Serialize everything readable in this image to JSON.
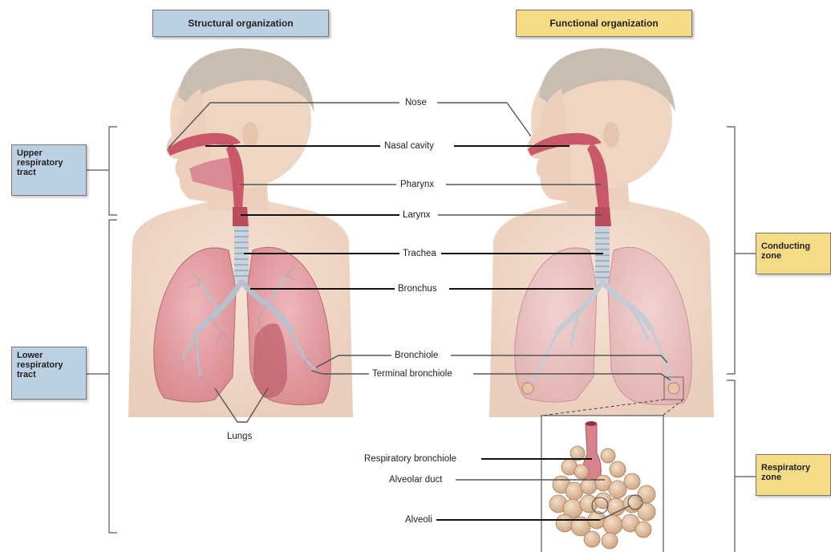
{
  "headers": {
    "structural": "Structural organization",
    "functional": "Functional organization"
  },
  "sides": {
    "upper": [
      "Upper",
      "respiratory",
      "tract"
    ],
    "lower": [
      "Lower",
      "respiratory",
      "tract"
    ],
    "conducting": [
      "Conducting",
      "zone"
    ],
    "respiratory": [
      "Respiratory",
      "zone"
    ]
  },
  "labels": {
    "nose": "Nose",
    "nasal_cavity": "Nasal cavity",
    "pharynx": "Pharynx",
    "larynx": "Larynx",
    "trachea": "Trachea",
    "bronchus": "Bronchus",
    "bronchiole": "Bronchiole",
    "terminal_bronchiole": "Terminal bronchiole",
    "lungs": "Lungs",
    "respiratory_bronchiole": "Respiratory bronchiole",
    "alveolar_duct": "Alveolar duct",
    "alveoli": "Alveoli"
  },
  "colors": {
    "structural_box": "#bcd0e4",
    "functional_box": "#f6db86",
    "skin": "#f0d7c4",
    "hair": "#c9bdb1",
    "airway": "#c9596a",
    "lung": "#e5a2a6",
    "alveoli": "#e4c6a6"
  }
}
